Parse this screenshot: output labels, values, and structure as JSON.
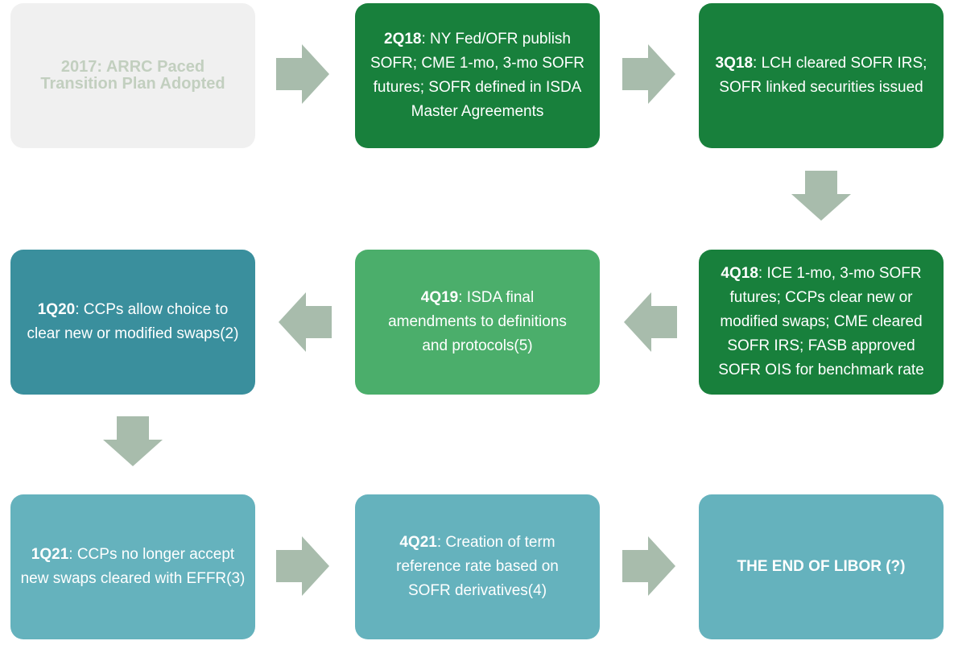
{
  "colors": {
    "arrow": "#a8bcac",
    "grey_box": "#f0f0f0",
    "grey_text": "#c2cfbf",
    "dark_green": "#18803c",
    "light_green": "#4bae6b",
    "teal": "#3a8f9d",
    "light_teal": "#65b2bd"
  },
  "steps": [
    {
      "line1": "2017: ARRC Paced",
      "line2": "Transition Plan Adopted"
    },
    {
      "label": "2Q18",
      "text": ": NY Fed/OFR publish SOFR; CME 1-mo, 3-mo SOFR futures; SOFR defined in ISDA Master Agreements"
    },
    {
      "label": "3Q18",
      "text": ": LCH cleared SOFR IRS; SOFR linked securities issued"
    },
    {
      "label": "4Q18",
      "text": ": ICE 1-mo, 3-mo SOFR futures; CCPs clear new or modified swaps; CME cleared SOFR IRS; FASB approved SOFR OIS for benchmark rate"
    },
    {
      "label": "4Q19",
      "text": ": ISDA final amendments to definitions and protocols(5)"
    },
    {
      "label": "1Q20",
      "text": ": CCPs allow choice to clear new or modified swaps(2)"
    },
    {
      "label": "1Q21",
      "text": ": CCPs no longer accept new swaps cleared with EFFR(3)"
    },
    {
      "label": "4Q21",
      "text": ": Creation of term reference rate based on SOFR derivatives(4)"
    },
    {
      "title": "THE END OF LIBOR (?)"
    }
  ]
}
